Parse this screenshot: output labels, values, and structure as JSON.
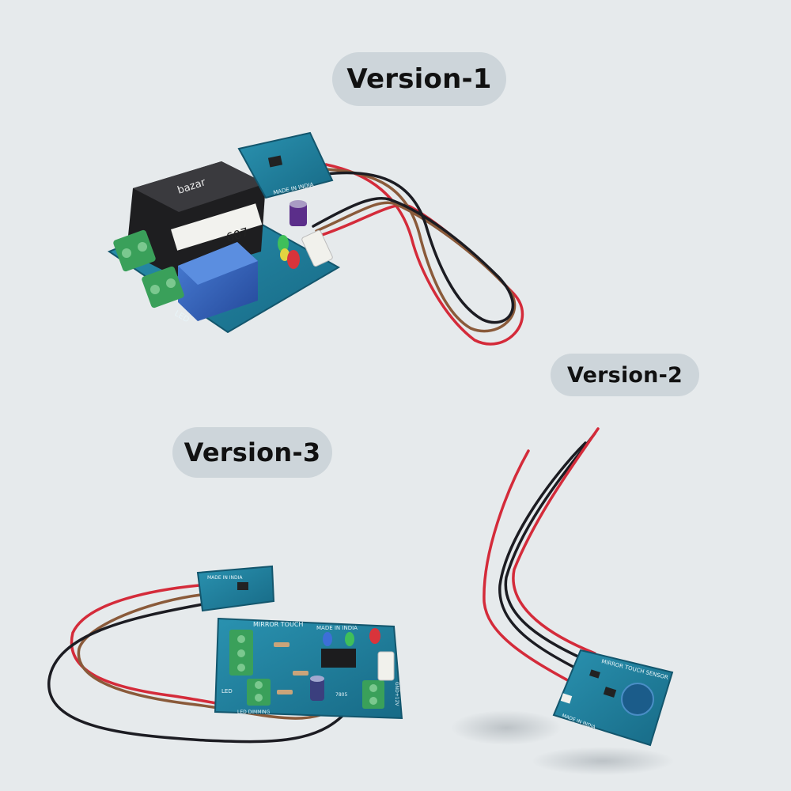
{
  "labels": {
    "version_1": "Version-1",
    "version_2": "Version-2",
    "version_3": "Version-3"
  },
  "board_markings": {
    "v1_transformer": "bazar",
    "v1_transformer_code": "607",
    "v1_sensor": "MADE IN INDIA",
    "v1_led": "LED",
    "v2_board": "MIRROR TOUCH SENSOR",
    "v2_bottom": "MADE IN INDIA",
    "v3_sensor": "MADE IN INDIA",
    "v3_main_title": "MIRROR TOUCH",
    "v3_main_made": "MADE IN INDIA",
    "v3_led": "LED",
    "v3_dimming": "LED DIMMING",
    "v3_gnd": "GND+12V",
    "v3_reg": "7805"
  },
  "colors": {
    "background": "#e6eaec",
    "pill": "#cdd5da",
    "pcb": "#1f7f9c",
    "terminal": "#3aa05a",
    "relay": "#2f5fb8",
    "transformer": "#222222",
    "wire_red": "#d42b3a",
    "wire_black": "#1c1c22",
    "wire_brown": "#8a5a3a"
  }
}
